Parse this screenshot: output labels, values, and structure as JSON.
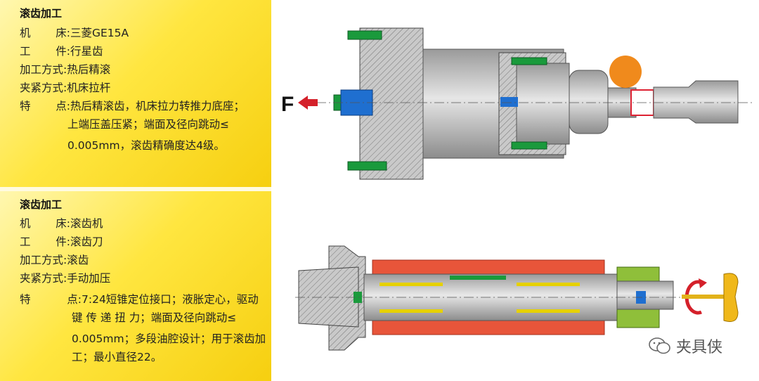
{
  "sections": [
    {
      "title": "滚齿加工",
      "machine_label": [
        "机",
        "床:"
      ],
      "machine": "三菱GE15A",
      "workpiece_label": [
        "工",
        "件:"
      ],
      "workpiece": "行星齿",
      "method_label": "加工方式:",
      "method": "热后精滚",
      "clamp_label": "夹紧方式:",
      "clamp": "机床拉杆",
      "feature_label": [
        "特",
        "点:"
      ],
      "feature_lines": [
        "热后精滚齿，机床拉力转推力底座；",
        "上端压盖压紧；端面及径向跳动≤",
        "0.005mm，滚齿精确度达4级。"
      ]
    },
    {
      "title": "滚齿加工",
      "machine_label": [
        "机",
        "床:"
      ],
      "machine": "滚齿机",
      "workpiece_label": [
        "工",
        "件:"
      ],
      "workpiece": "滚齿刀",
      "method_label": "加工方式:",
      "method": "滚齿",
      "clamp_label": "夹紧方式:",
      "clamp": "手动加压",
      "feature_label": [
        "特",
        "点:"
      ],
      "feature_lines": [
        "7:24短锥定位接口；液胀定心，驱动",
        "键 传 递 扭 力；端面及径向跳动≤",
        "0.005mm；多段油腔设计；用于滚齿加",
        "工；最小直径22。"
      ]
    }
  ],
  "diagram1": {
    "force_label": "F"
  },
  "watermark": {
    "text": "夹具侠",
    "icon": "wechat-icon"
  },
  "colors": {
    "panel": "#ffe640",
    "arrow_red": "#d4202a",
    "orange": "#f08a1c",
    "green": "#1a9a3c",
    "blue": "#1f6fd0",
    "gray": "#b8b8b8",
    "red_sleeve": "#e8553a"
  }
}
